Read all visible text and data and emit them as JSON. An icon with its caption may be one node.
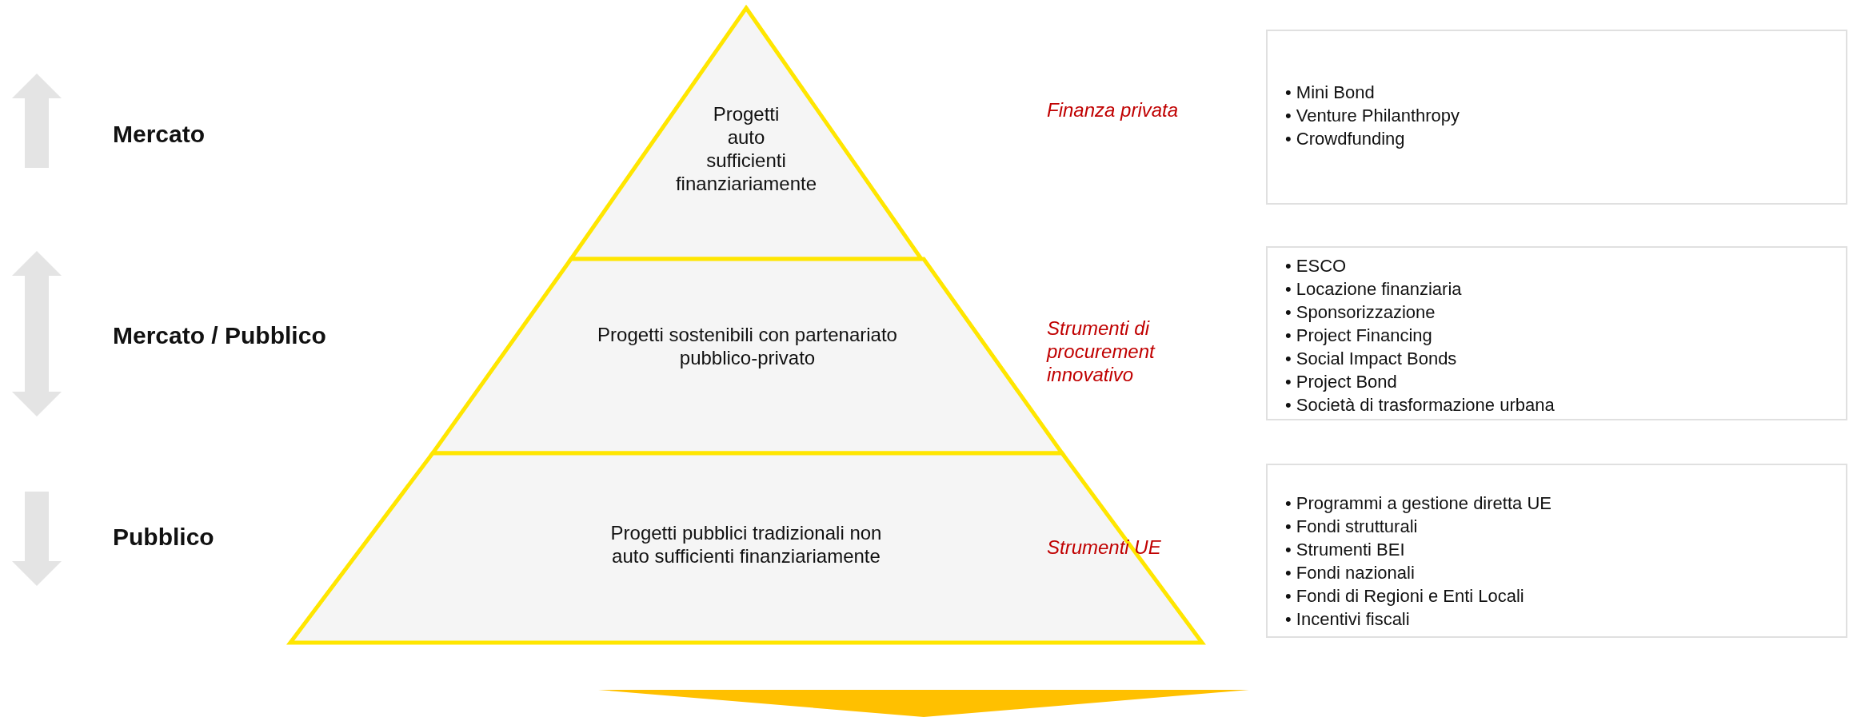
{
  "diagram": {
    "nodes": [
      {
        "text": [
          "Progetti auto sufficienti finanziariamente"
        ]
      },
      {
        "text": [
          "Progetti sostenibili con partenariato pubblico-privato"
        ]
      },
      {
        "text": [
          "Progetti pubblici tradizionali non auto sufficienti finanziariamente"
        ]
      },
      {
        "text": [
          "• Mini Bond",
          "• Venture Philanthropy",
          "• Crowdfunding"
        ]
      },
      {
        "text": [
          "• ESCO",
          "• Locazione finanziaria",
          "• Sponsorizzazione",
          "• Project Financing",
          "• Social Impact Bonds",
          "• Project Bond",
          "• Società di trasformazione urbana"
        ]
      },
      {
        "text": [
          "• Programmi a gestione diretta UE",
          "• Fondi strutturali",
          "• Strumenti BEI",
          "• Fondi nazionali",
          "• Fondi di Regioni e Enti Locali",
          "• Incentivi fiscali"
        ]
      }
    ],
    "edges": [],
    "labels": [
      "Mercato",
      "Finanza privata",
      "Mercato / Pubblico",
      "Strumenti di procurement innovativo",
      "Pubblico",
      "Strumenti UE"
    ]
  }
}
